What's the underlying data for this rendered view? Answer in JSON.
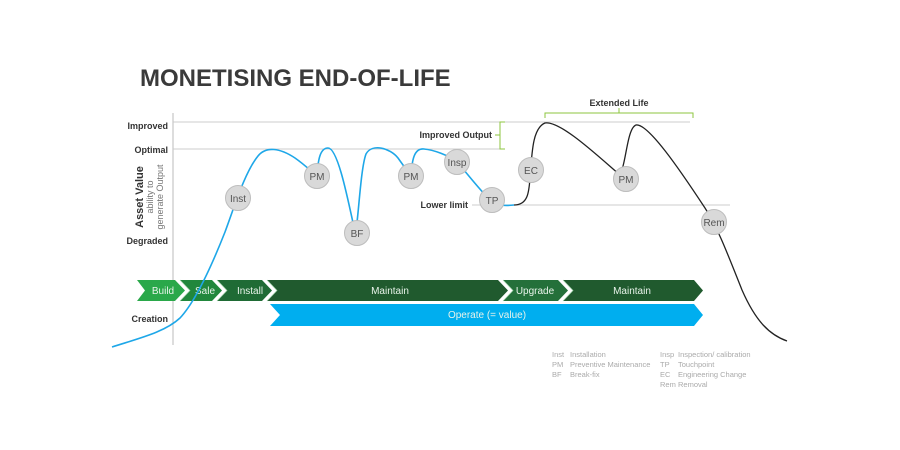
{
  "title": "MONETISING END-OF-LIFE",
  "y_axis": {
    "label": "Asset Value",
    "sublabel_1": "ability to",
    "sublabel_2": "generate Output",
    "levels": {
      "improved": "Improved",
      "optimal": "Optimal",
      "degraded": "Degraded",
      "creation": "Creation"
    }
  },
  "annotations": {
    "improved_output": "Improved Output",
    "lower_limit": "Lower limit",
    "extended_life": "Extended Life"
  },
  "nodes": {
    "inst": "Inst",
    "pm1": "PM",
    "bf": "BF",
    "pm2": "PM",
    "insp": "Insp",
    "tp": "TP",
    "ec": "EC",
    "pm3": "PM",
    "rem": "Rem"
  },
  "phases": [
    "Build",
    "Sale",
    "Install",
    "Maintain",
    "Upgrade",
    "Maintain"
  ],
  "operate": "Operate (= value)",
  "legend": [
    {
      "abbr": "Inst",
      "text": "Installation"
    },
    {
      "abbr": "PM",
      "text": "Preventive Maintenance"
    },
    {
      "abbr": "BF",
      "text": "Break-fix"
    },
    {
      "abbr": "Insp",
      "text": "Inspection/ calibration"
    },
    {
      "abbr": "TP",
      "text": "Touchpoint"
    },
    {
      "abbr": "EC",
      "text": "Engineering Change"
    },
    {
      "abbr": "Rem",
      "text": "Removal"
    }
  ],
  "colors": {
    "title": "#3a3a3a",
    "blue_curve": "#1ea7e8",
    "black_curve": "#222222",
    "operate": "#00aeef",
    "bracket": "#8cc63f",
    "build": "#2aa84a",
    "sale": "#21873c",
    "dark_green": "#205a2e"
  }
}
